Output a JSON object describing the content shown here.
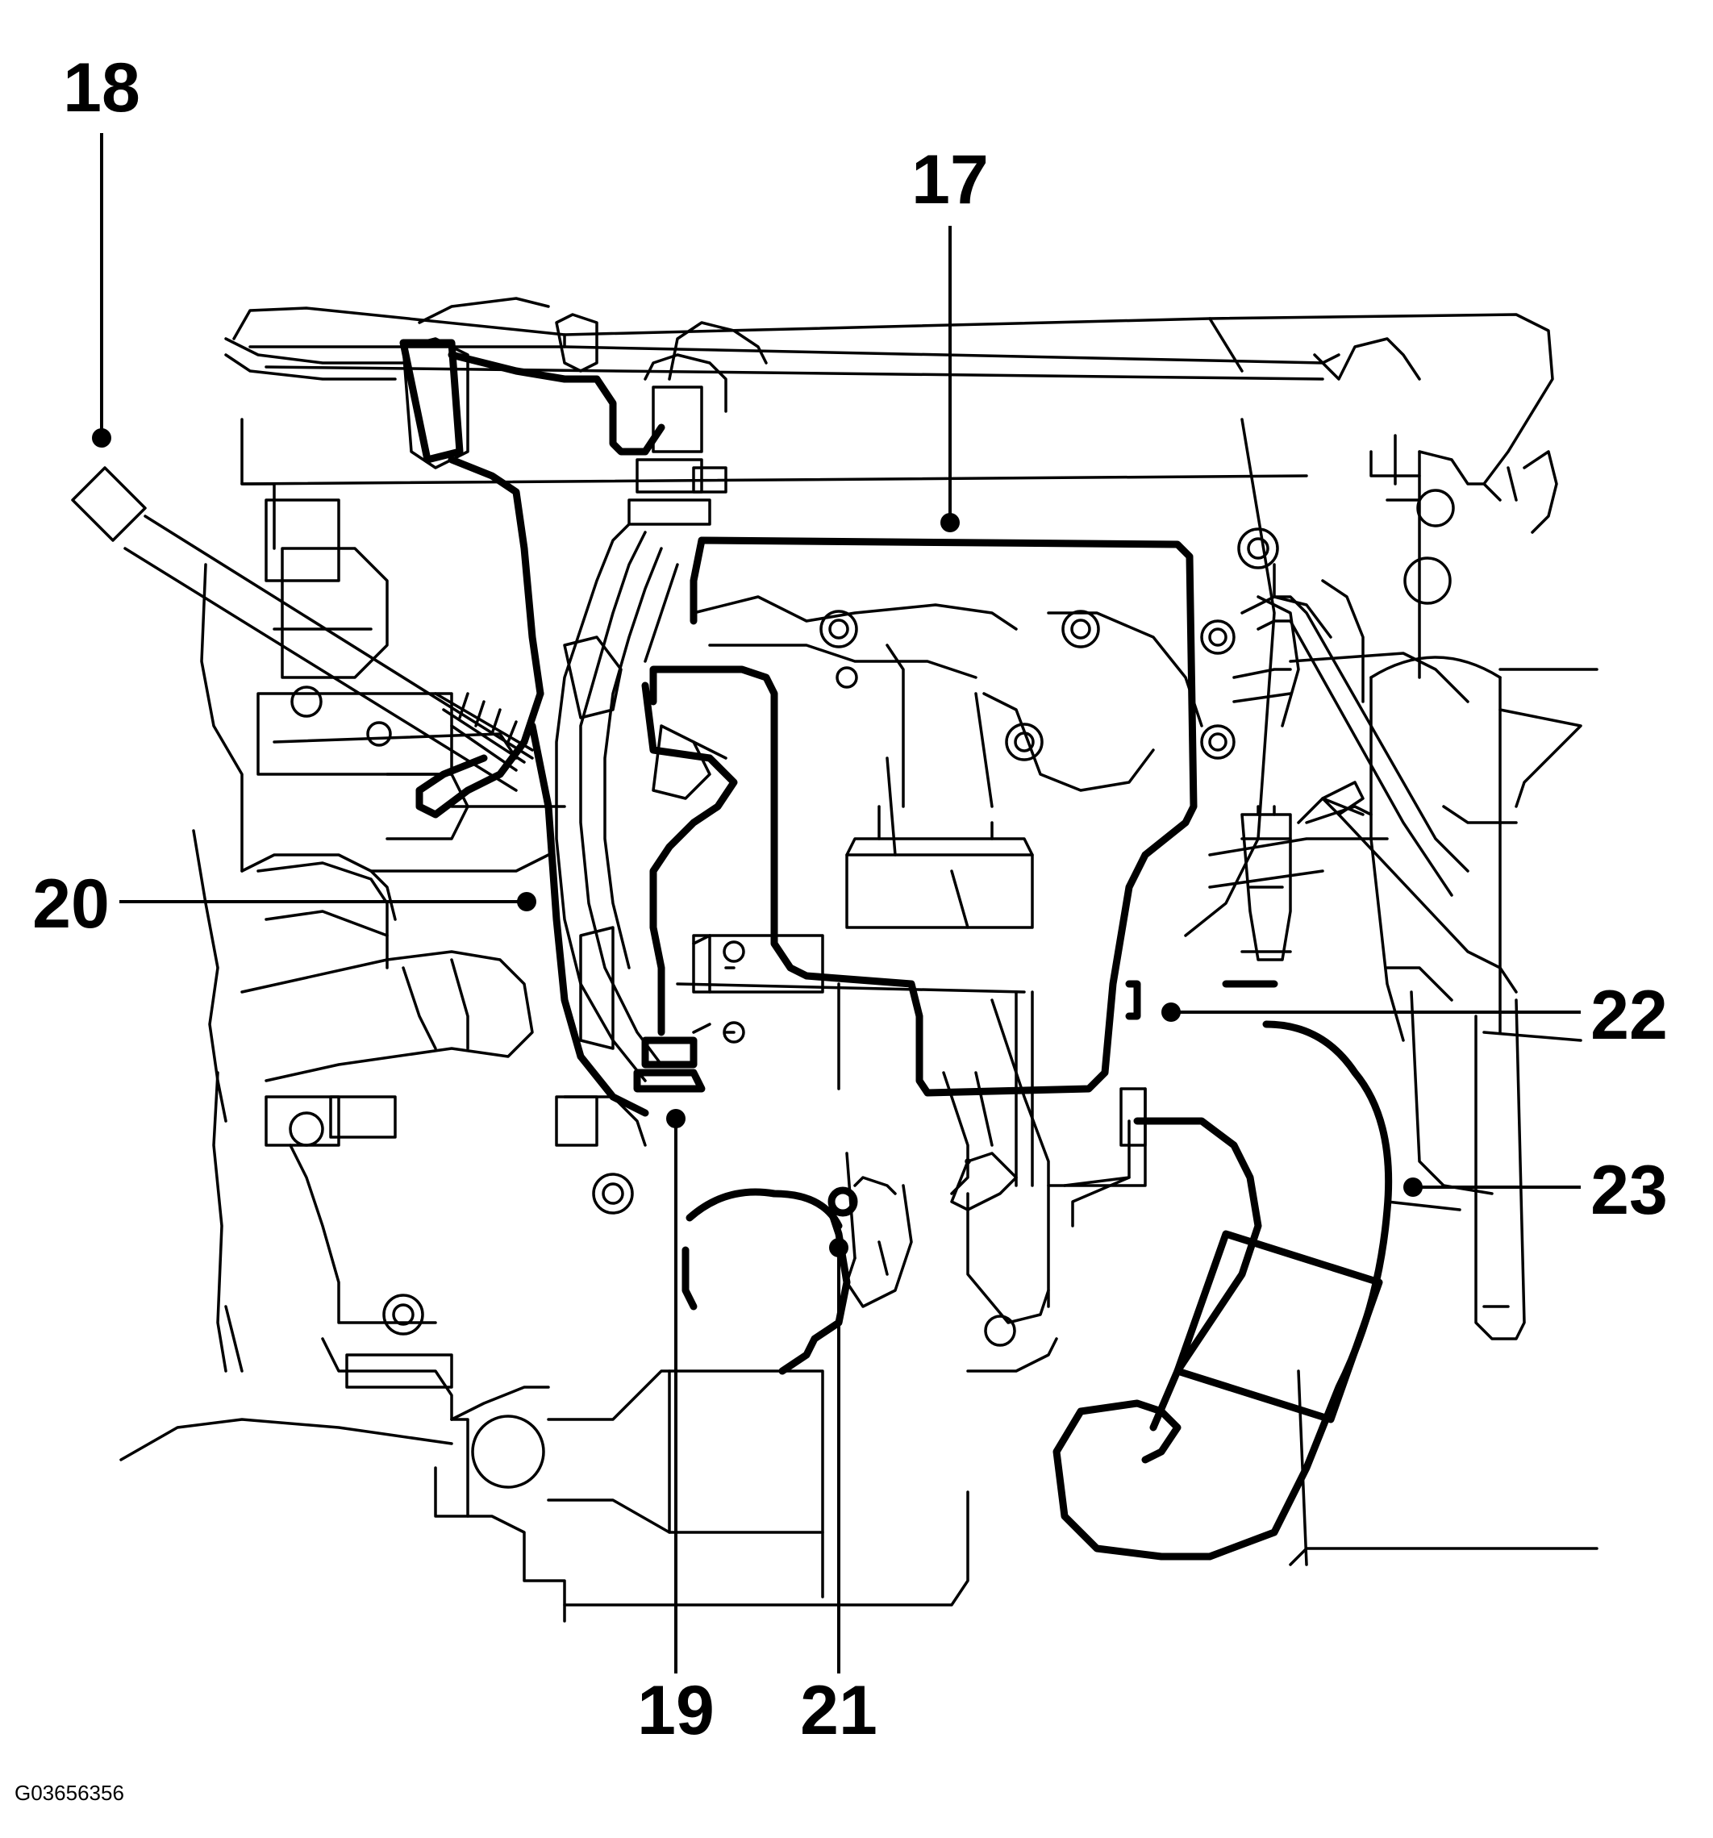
{
  "diagram": {
    "figure_id": "G03656356",
    "callouts": [
      {
        "id": "17",
        "label": "17"
      },
      {
        "id": "18",
        "label": "18"
      },
      {
        "id": "19",
        "label": "19"
      },
      {
        "id": "20",
        "label": "20"
      },
      {
        "id": "21",
        "label": "21"
      },
      {
        "id": "22",
        "label": "22"
      },
      {
        "id": "23",
        "label": "23"
      }
    ]
  }
}
